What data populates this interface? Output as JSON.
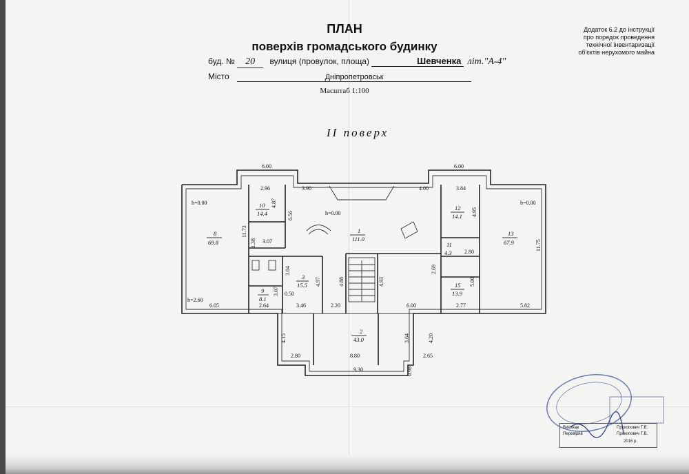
{
  "header": {
    "title": "ПЛАН",
    "subtitle": "поверхів громадського будинку",
    "appendix": [
      "Додаток 6.2 до інструкції",
      "про  порядок проведення",
      "технічної  інвентаризації",
      "об'єктів нерухомого майна"
    ]
  },
  "address": {
    "building_label": "буд. №",
    "building_number": "20",
    "street_label": "вулиця (провулок, площа)",
    "street_name": "Шевченка",
    "letter": "літ.\"А-4\"",
    "city_label": "Місто",
    "city_name": "Дніпропетровськ"
  },
  "scale": "Масштаб 1:100",
  "floor_title": "II поверх",
  "plan": {
    "dimensions": {
      "top_left_wing": "6.00",
      "top_right_wing": "6.00",
      "d_296": "2.96",
      "d_390": "3.90",
      "d_400": "4.00",
      "d_384": "3.84",
      "d_487": "4.87",
      "d_656": "6.56",
      "d_1173": "11.73",
      "d_1175": "11.75",
      "d_495": "4.95",
      "d_138": "1.38",
      "d_307a": "3.07",
      "d_304": "3.04",
      "d_307b": "3.07",
      "d_050": "0.50",
      "d_497": "4.97",
      "d_488": "4.88",
      "d_493": "4.93",
      "d_269": "2.69",
      "d_280": "2.80",
      "d_500": "5.00",
      "d_605": "6.05",
      "d_264": "2.64",
      "d_346": "3.46",
      "d_220": "2.20",
      "d_600": "6.00",
      "d_277": "2.77",
      "d_582": "5.82",
      "d_415": "4.15",
      "d_364": "3.64",
      "d_420": "4.20",
      "d_280b": "2.80",
      "d_880": "8.80",
      "d_265": "2.65",
      "d_930": "9.30",
      "d_098": "0.98",
      "h_left": "h=0.00",
      "h_center": "h=0.00",
      "h_right": "h=0.00",
      "h_260": "h=2.60"
    },
    "rooms": [
      {
        "num": "1",
        "area": "111.0"
      },
      {
        "num": "2",
        "area": "43.0"
      },
      {
        "num": "3",
        "area": "15.5"
      },
      {
        "num": "8",
        "area": "69.8"
      },
      {
        "num": "9",
        "area": "8.1"
      },
      {
        "num": "10",
        "area": "14.4"
      },
      {
        "num": "11",
        "area": "4.3"
      },
      {
        "num": "12",
        "area": "14.1"
      },
      {
        "num": "13",
        "area": "67.9"
      },
      {
        "num": "15",
        "area": "13.9"
      }
    ]
  },
  "stamp": {
    "row1_label": "Виконав",
    "row1_name": "Прокопович Т.В.",
    "row2_label": "Перевірив",
    "row2_name": "Прокопович Т.В.",
    "year": "2016 р."
  }
}
